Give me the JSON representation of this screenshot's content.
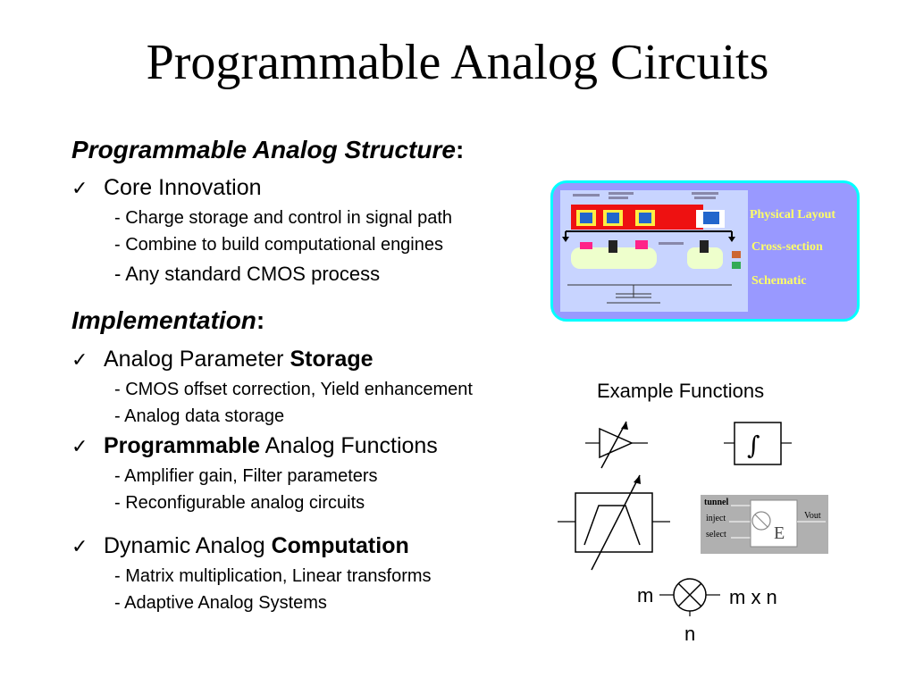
{
  "title": "Programmable Analog Circuits",
  "section1": {
    "heading": "Programmable Analog Structure",
    "colon": ":",
    "bullet": "Core Innovation",
    "subs": [
      "- Charge storage and control in signal path",
      "- Combine to build computational engines",
      "- Any standard CMOS process"
    ]
  },
  "section2": {
    "heading": "Implementation",
    "colon": ":",
    "bullets": [
      {
        "pre": "Analog Parameter ",
        "bold": "Storage",
        "post": "",
        "subs": [
          "- CMOS offset correction, Yield enhancement",
          "- Analog data storage"
        ]
      },
      {
        "pre": "",
        "bold": "Programmable",
        "post": " Analog Functions",
        "subs": [
          "- Amplifier gain, Filter parameters",
          "- Reconfigurable analog circuits"
        ]
      },
      {
        "pre": "Dynamic Analog ",
        "bold": "Computation",
        "post": "",
        "subs": [
          "- Matrix multiplication, Linear transforms",
          "- Adaptive Analog Systems"
        ]
      }
    ]
  },
  "diagram": {
    "labels": [
      "Physical Layout",
      "Cross-section",
      "Schematic"
    ],
    "label_color": "#ffff66",
    "box_color": "#9999ff",
    "border_color": "#00ffff"
  },
  "examples": {
    "title": "Example Functions",
    "integrator_symbol": "∫",
    "tunnel_box": {
      "tunnel": "tunnel",
      "inject": "inject",
      "select": "select",
      "element": "E",
      "vout": "Vout"
    },
    "multiplier": {
      "in1": "m",
      "in2": "n",
      "out": "m x n"
    }
  },
  "icons": {
    "check": "check-mark-icon"
  }
}
